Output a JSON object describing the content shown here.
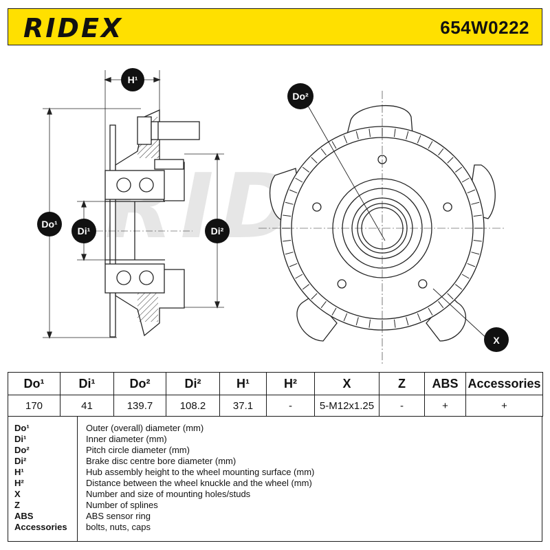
{
  "header": {
    "brand": "RIDEX",
    "part_number": "654W0222"
  },
  "drawing": {
    "watermark": "RIDEX",
    "labels": {
      "h1": "H¹",
      "do1": "Do¹",
      "di1": "Di¹",
      "di2": "Di²",
      "do2": "Do²",
      "x": "X"
    }
  },
  "specs": {
    "headers": [
      "Do¹",
      "Di¹",
      "Do²",
      "Di²",
      "H¹",
      "H²",
      "X",
      "Z",
      "ABS",
      "Accessories"
    ],
    "values": [
      "170",
      "41",
      "139.7",
      "108.2",
      "37.1",
      "-",
      "5-M12x1.25",
      "-",
      "+",
      "+"
    ]
  },
  "legend": [
    {
      "key": "Do¹",
      "desc": "Outer (overall) diameter (mm)"
    },
    {
      "key": "Di¹",
      "desc": "Inner diameter (mm)"
    },
    {
      "key": "Do²",
      "desc": "Pitch circle diameter (mm)"
    },
    {
      "key": "Di²",
      "desc": "Brake disc centre bore diameter (mm)"
    },
    {
      "key": "H¹",
      "desc": "Hub assembly height to the wheel mounting surface (mm)"
    },
    {
      "key": "H²",
      "desc": "Distance between the wheel knuckle and the wheel (mm)"
    },
    {
      "key": "X",
      "desc": "Number and size of mounting holes/studs"
    },
    {
      "key": "Z",
      "desc": "Number of splines"
    },
    {
      "key": "ABS",
      "desc": "ABS sensor ring"
    },
    {
      "key": "Accessories",
      "desc": "bolts, nuts, caps"
    }
  ]
}
